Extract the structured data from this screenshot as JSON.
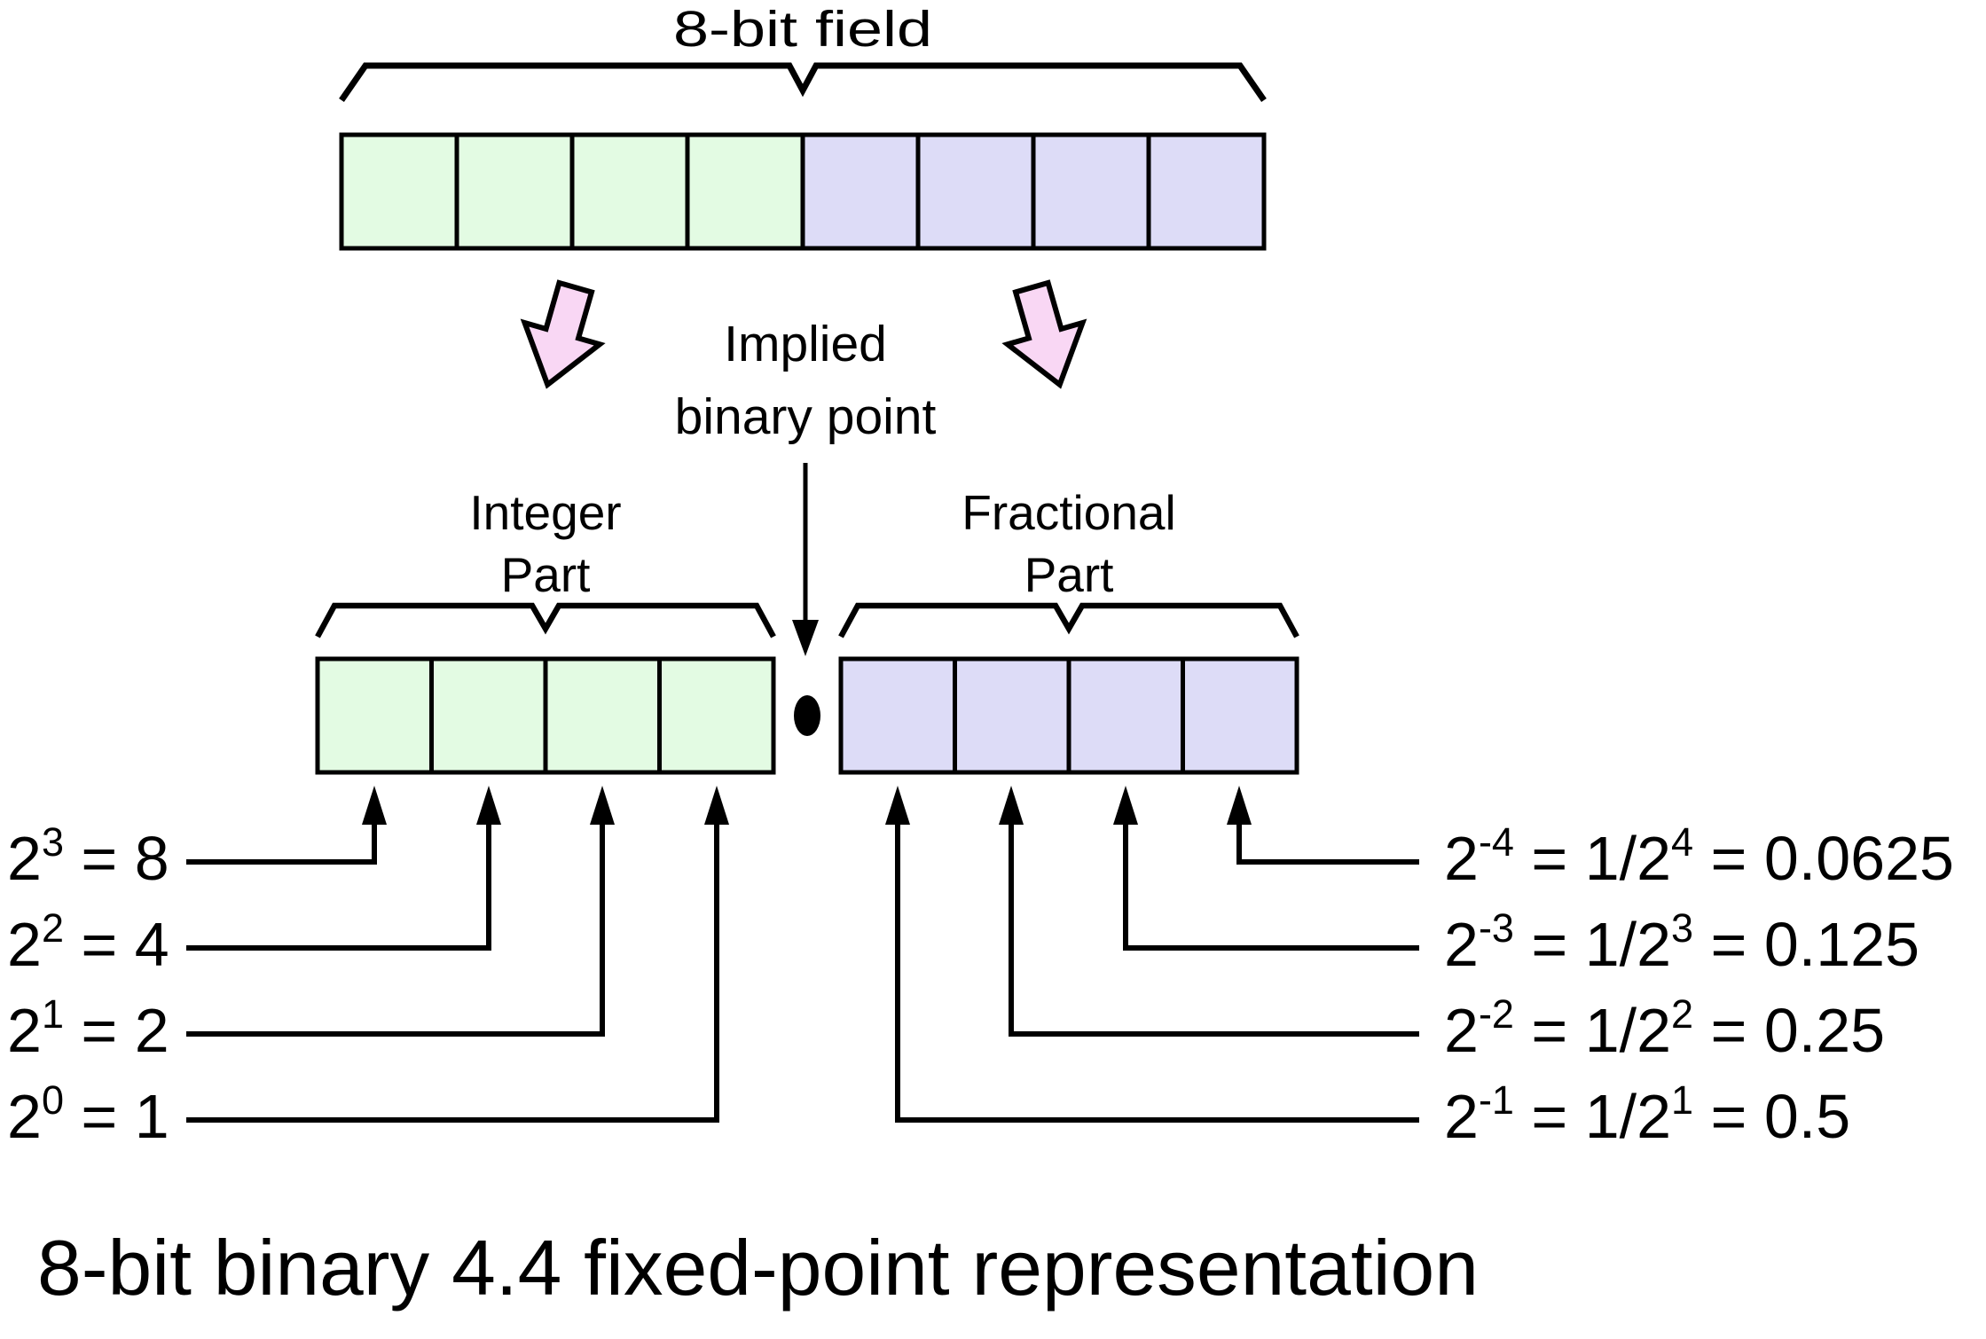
{
  "diagram": {
    "title": "8-bit field",
    "implied_point": {
      "line1": "Implied",
      "line2": "binary point"
    },
    "integer_part": {
      "line1": "Integer",
      "line2": "Part"
    },
    "fractional_part": {
      "line1": "Fractional",
      "line2": "Part"
    },
    "caption": "8-bit binary 4.4 fixed-point representation",
    "bit_cells": {
      "integer_count": 4,
      "fraction_count": 4
    },
    "colors": {
      "integer_fill": "#e3fbe3",
      "fraction_fill": "#dddcf7",
      "arrow_pink": "#f9d7f4",
      "line": "#000000"
    },
    "integer_weights": [
      {
        "base": "2",
        "exp": "3",
        "value": " = 8"
      },
      {
        "base": "2",
        "exp": "2",
        "value": " = 4"
      },
      {
        "base": "2",
        "exp": "1",
        "value": " = 2"
      },
      {
        "base": "2",
        "exp": "0",
        "value": " = 1"
      }
    ],
    "fraction_weights": [
      {
        "base": "2",
        "exp": "-4",
        "frac": " = 1/2",
        "frac_exp": "4",
        "value": " = 0.0625"
      },
      {
        "base": "2",
        "exp": "-3",
        "frac": " = 1/2",
        "frac_exp": "3",
        "value": " = 0.125"
      },
      {
        "base": "2",
        "exp": "-2",
        "frac": " = 1/2",
        "frac_exp": "2",
        "value": " = 0.25"
      },
      {
        "base": "2",
        "exp": "-1",
        "frac": " = 1/2",
        "frac_exp": "1",
        "value": " = 0.5"
      }
    ]
  }
}
